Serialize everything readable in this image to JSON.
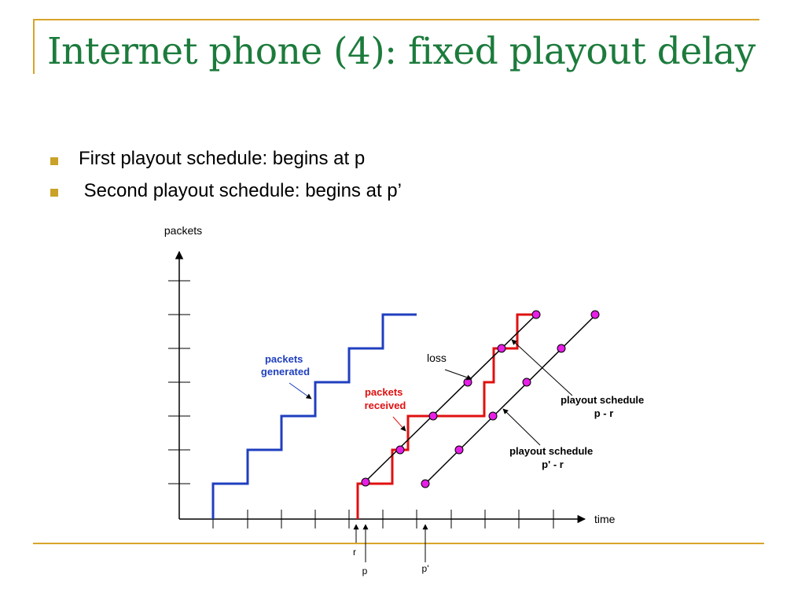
{
  "slide": {
    "title": "Internet phone (4): fixed playout delay",
    "bullets": [
      "First playout schedule: begins at p",
      " Second playout schedule: begins at p’"
    ]
  },
  "diagram": {
    "y_axis_label": "packets",
    "x_axis_label": "time",
    "labels": {
      "generated": [
        "packets",
        "generated"
      ],
      "received": [
        "packets",
        "received"
      ],
      "loss": "loss",
      "schedule1": [
        "playout schedule",
        "p - r"
      ],
      "schedule2": [
        "playout schedule",
        "p' - r"
      ],
      "marker_r": "r",
      "marker_p": "p",
      "marker_p2": "p'"
    },
    "colors": {
      "generated": "#1f3fbf",
      "received": "#e01010",
      "point": "#e61ee6",
      "title": "#1c7b3c",
      "accent": "#d9a429"
    }
  }
}
